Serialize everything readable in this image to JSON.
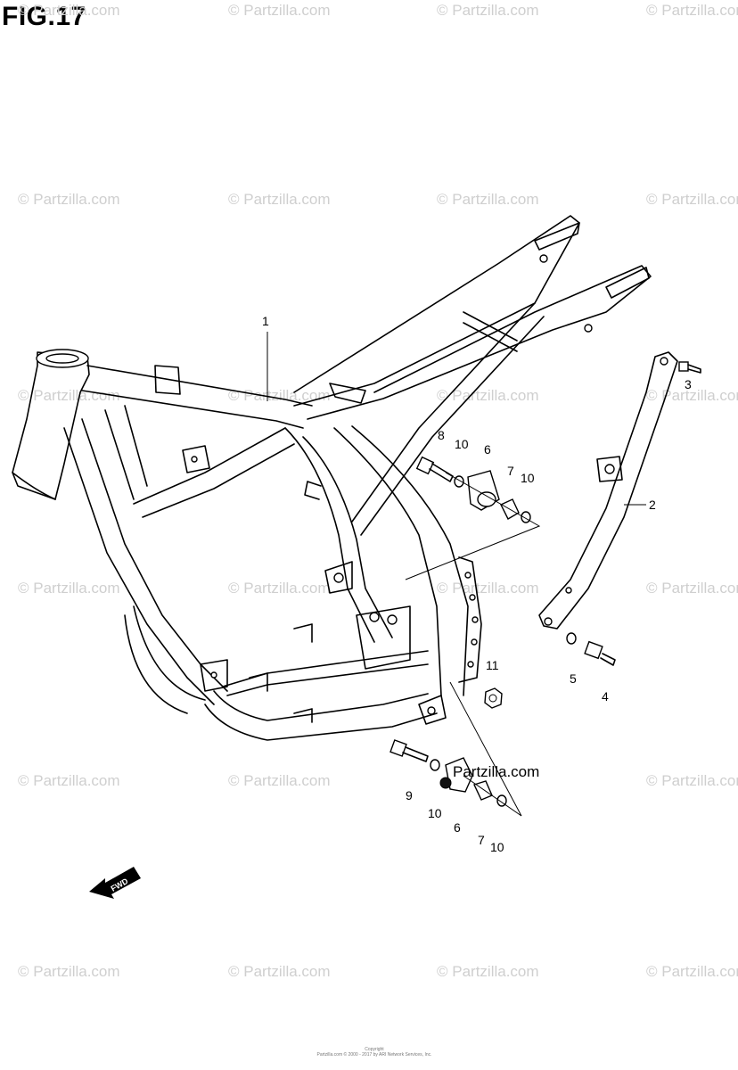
{
  "figure": {
    "title": "FIG.17"
  },
  "watermark": {
    "text": "© Partzilla.com"
  },
  "center_watermark": "Partzilla.com",
  "fwd_label": "FWD",
  "callouts": {
    "c1": "1",
    "c2": "2",
    "c3": "3",
    "c4": "4",
    "c5": "5",
    "c6a": "6",
    "c6b": "6",
    "c7a": "7",
    "c7b": "7",
    "c8": "8",
    "c9": "9",
    "c10a": "10",
    "c10b": "10",
    "c10c": "10",
    "c10d": "10",
    "c11": "11"
  },
  "copyright": {
    "line1": "Copyright",
    "line2": "Partzilla.com © 2000 - 2017 by ARI Network Services, Inc."
  }
}
